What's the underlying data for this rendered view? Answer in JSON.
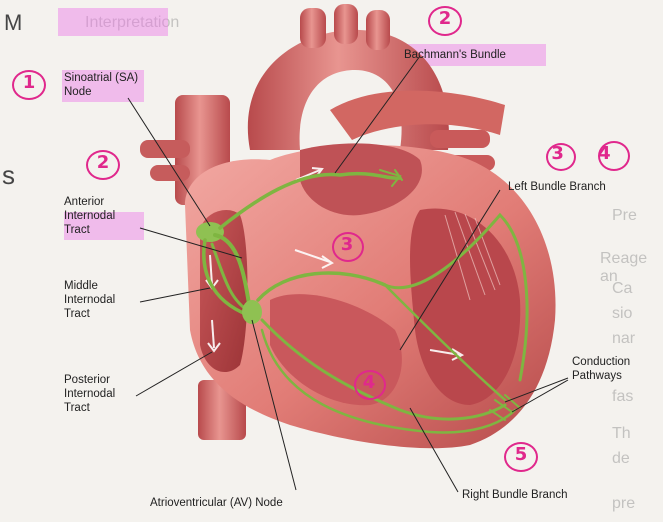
{
  "background_notes": {
    "left_edge_letters": [
      "M",
      "s"
    ],
    "right_column_fragments": [
      "Interpretation",
      "Pre",
      "Reage an",
      "Ca",
      "sio",
      "nar",
      "fas",
      "Th",
      "de",
      "pre"
    ]
  },
  "labels": {
    "sa_node": [
      "Sinoatrial (SA)",
      "Node"
    ],
    "anterior_tract": [
      "Anterior",
      "Internodal",
      "Tract"
    ],
    "middle_tract": [
      "Middle",
      "Internodal",
      "Tract"
    ],
    "posterior_tract": [
      "Posterior",
      "Internodal",
      "Tract"
    ],
    "av_node": "Atrioventricular (AV) Node",
    "bachmanns_bundle": "Bachmann's Bundle",
    "left_bundle_branch": "Left Bundle Branch",
    "conduction_pathways": [
      "Conduction",
      "Pathways"
    ],
    "right_bundle_branch": "Right Bundle Branch"
  },
  "annotations": {
    "sa_number": "1",
    "anterior_number": "2",
    "bachmann_number": "2",
    "av_number": "3",
    "bundle_numbers": "3 4",
    "right_branch_number": "4",
    "purkinje_number": "5"
  },
  "colors": {
    "heart_light": "#ee9a95",
    "heart_mid": "#d9645f",
    "heart_dark": "#a8383a",
    "conduction_green": "#7fb541",
    "highlighter_pink": "#ec78e6",
    "pen_magenta": "#e0288c"
  }
}
